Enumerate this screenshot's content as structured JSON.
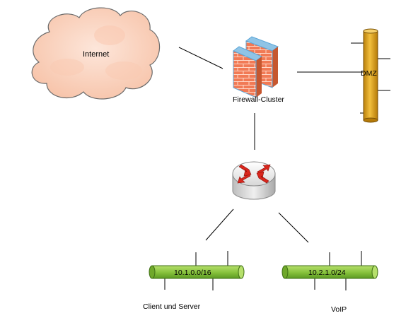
{
  "nodes": {
    "internet": {
      "label": "Internet"
    },
    "firewall": {
      "label": "Firewall-Cluster"
    },
    "dmz": {
      "label": "DMZ"
    },
    "subnet_clients": {
      "label": "10.1.0.0/16",
      "caption": "Client und Server"
    },
    "subnet_voip": {
      "label": "10.2.1.0/24",
      "caption": "VoIP"
    }
  },
  "colors": {
    "cloud_fill": "#fbd9c8",
    "cloud_stroke": "#6b6b6b",
    "firewall_brick": "#f07a55",
    "firewall_edge": "#5da7d8",
    "dmz_pipe": "#e3a81c",
    "subnet_pipe": "#8cc63f",
    "router_arrow": "#d9261c",
    "line": "#000000"
  }
}
